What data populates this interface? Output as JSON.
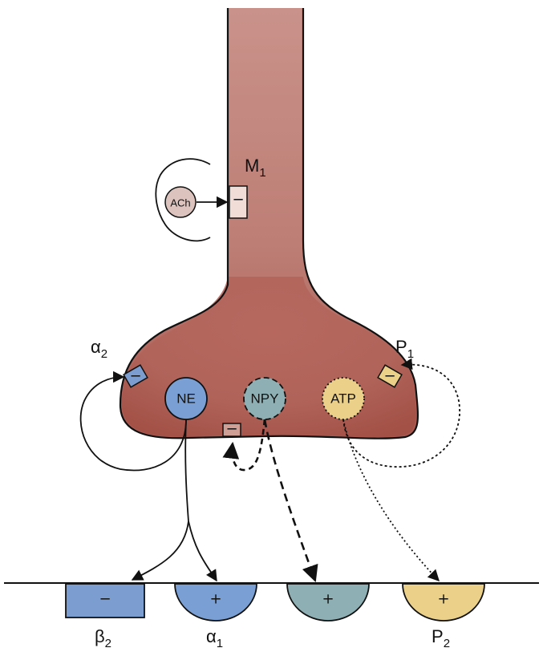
{
  "receptors": {
    "m1": {
      "name": "M",
      "sub": "1",
      "sign": "−"
    },
    "alpha2": {
      "name": "α",
      "sub": "2",
      "sign": "−"
    },
    "p1": {
      "name": "P",
      "sub": "1",
      "sign": "−"
    },
    "npy_auto": {
      "sign": "−"
    },
    "beta2": {
      "name": "β",
      "sub": "2",
      "sign": "−"
    },
    "alpha1": {
      "name": "α",
      "sub": "1",
      "sign": "+"
    },
    "npy_post": {
      "sign": "+"
    },
    "p2": {
      "name": "P",
      "sub": "2",
      "sign": "+"
    }
  },
  "transmitters": {
    "ach": "ACh",
    "ne": "NE",
    "npy": "NPY",
    "atp": "ATP"
  },
  "colors": {
    "neuron": "#b56f63",
    "neuron_light": "#cf9f95",
    "ach": "#dcc3bd",
    "m1_box": "#f0ddd8",
    "ne": "#7a9fd4",
    "npy": "#8eb0b4",
    "atp": "#ead089",
    "beta2": "#7b9dd0"
  }
}
